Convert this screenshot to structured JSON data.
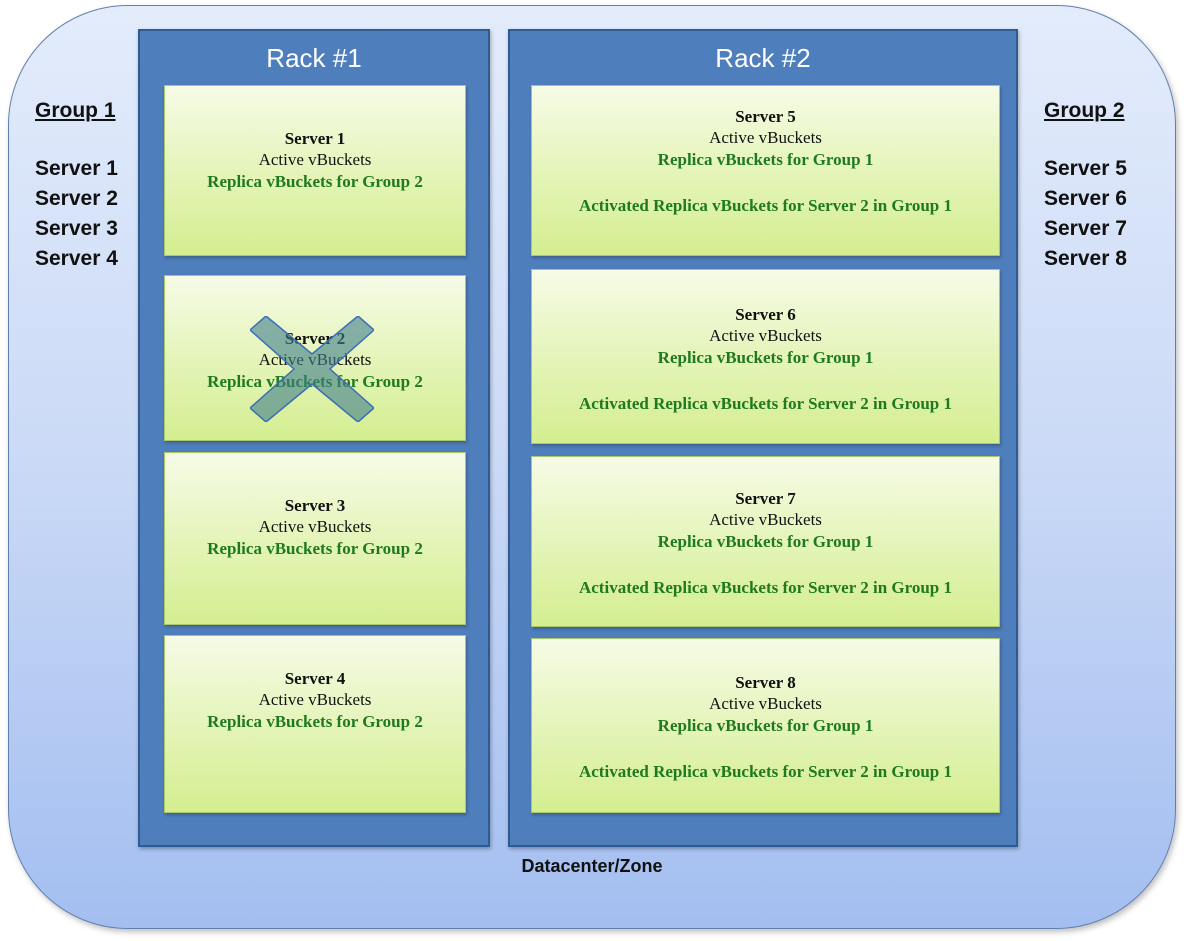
{
  "zone": {
    "label": "Datacenter/Zone"
  },
  "groups": [
    {
      "heading": "Group 1",
      "servers": [
        "Server 1",
        "Server 2",
        "Server 3",
        "Server 4"
      ]
    },
    {
      "heading": "Group 2",
      "servers": [
        "Server 5",
        "Server 6",
        "Server 7",
        "Server 8"
      ]
    }
  ],
  "racks": [
    {
      "title": "Rack #1",
      "servers": [
        {
          "name": "Server 1",
          "active": "Active vBuckets",
          "replica": "Replica vBuckets for Group 2",
          "activated": ""
        },
        {
          "name": "Server 2",
          "active": "Active vBuckets",
          "replica": "Replica vBuckets for Group 2",
          "activated": "",
          "failed": true
        },
        {
          "name": "Server 3",
          "active": "Active vBuckets",
          "replica": "Replica vBuckets for Group 2",
          "activated": ""
        },
        {
          "name": "Server 4",
          "active": "Active vBuckets",
          "replica": "Replica vBuckets for Group 2",
          "activated": ""
        }
      ]
    },
    {
      "title": "Rack #2",
      "servers": [
        {
          "name": "Server 5",
          "active": "Active vBuckets",
          "replica": "Replica vBuckets for Group 1",
          "activated": "Activated Replica vBuckets for Server 2 in Group 1"
        },
        {
          "name": "Server 6",
          "active": "Active vBuckets",
          "replica": "Replica vBuckets for Group 1",
          "activated": "Activated Replica vBuckets for Server 2 in Group 1"
        },
        {
          "name": "Server 7",
          "active": "Active vBuckets",
          "replica": "Replica vBuckets for Group 1",
          "activated": "Activated Replica vBuckets for Server 2 in Group 1"
        },
        {
          "name": "Server 8",
          "active": "Active vBuckets",
          "replica": "Replica vBuckets for Group 1",
          "activated": "Activated Replica vBuckets for Server 2 in Group 1"
        }
      ]
    }
  ],
  "colors": {
    "rack": "#4f7ebc",
    "server_fill": "#e3f4b6",
    "replica_text": "#1f7a1f",
    "failure_mark": "#3f7f8c"
  },
  "icons": {
    "failure": "failed-server-x-icon"
  }
}
